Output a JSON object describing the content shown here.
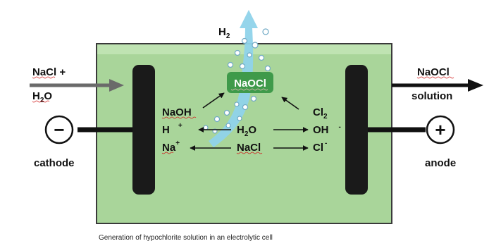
{
  "labels": {
    "h2": "H",
    "h2_sub": "2",
    "nacl_in_line1": "NaCl +",
    "nacl_in_h": "H",
    "nacl_in_sub": "2",
    "nacl_in_o": "O",
    "naocl_out_line1": "NaOCl",
    "naocl_out_line2": "solution",
    "naocl_box": "NaOCl",
    "cathode": "cathode",
    "anode": "anode",
    "minus_sign": "−",
    "plus_sign": "+"
  },
  "reactions": {
    "naoh": "NaOH",
    "h_ion": "H",
    "h_ion_charge": "+",
    "na_ion": "Na",
    "na_ion_charge": "+",
    "h2o_h": "H",
    "h2o_sub": "2",
    "h2o_o": "O",
    "nacl": "NaCl",
    "cl2": "Cl",
    "cl2_sub": "2",
    "oh_ion": "OH",
    "oh_ion_charge": "-",
    "cl_ion": "Cl",
    "cl_ion_charge": "-"
  },
  "caption": "Generation of hypochlorite solution in an electrolytic cell",
  "colors": {
    "cell_fill": "#a9d59a",
    "cell_stroke": "#3a3a3a",
    "electrode": "#1a1a1a",
    "stream": "#8fd3ea",
    "naocl_box": "#3f9a4a",
    "inlet_arrow": "#6a6a6a"
  }
}
